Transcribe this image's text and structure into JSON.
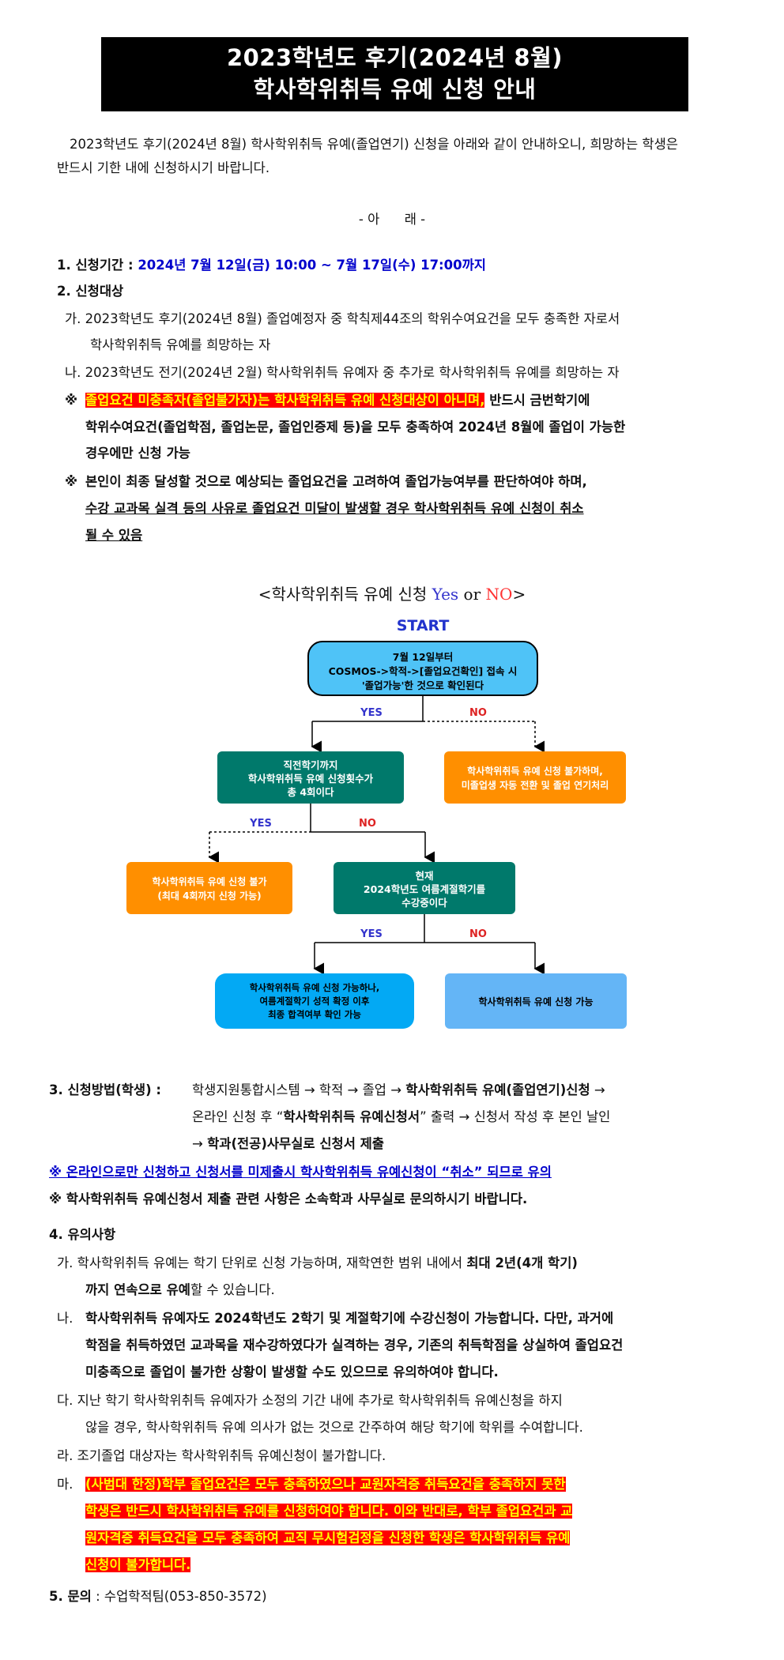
{
  "title": {
    "line1": "2023학년도 후기(2024년 8월)",
    "line2": "학사학위취득 유예 신청 안내"
  },
  "intro": {
    "line1": "2023학년도 후기(2024년 8월) 학사학위취득 유예(졸업연기) 신청을 아래와 같이 안내하오니, 희망하는 학생은",
    "line2": "반드시 기한 내에 신청하시기 바랍니다."
  },
  "below_heading": "- 아      래 -",
  "section1": {
    "label": "1. 신청기간 :",
    "value": "2024년 7월 12일(금) 10:00 ~ 7월 17일(수) 17:00까지"
  },
  "section2": {
    "label": "2. 신청대상",
    "ga_1": "가. 2023학년도 후기(2024년 8월) 졸업예정자 중 학칙제44조의 학위수여요건을 모두 충족한 자로서",
    "ga_2": "학사학위취득 유예를 희망하는 자",
    "na": "나. 2023학년도 전기(2024년 2월) 학사학위취득 유예자 중 추가로 학사학위취득 유예를 희망하는 자",
    "note1_mark": "※",
    "note1_hl": "졸업요건 미충족자(졸업불가자)는 학사학위취득 유예 신청대상이 아니며,",
    "note1_rest": " 반드시 금번학기에",
    "note1_l2": "학위수여요건(졸업학점, 졸업논문, 졸업인증제 등)을 모두 충족하여 2024년 8월에 졸업이 가능한",
    "note1_l3": "경우에만 신청 가능",
    "note2_mark": "※",
    "note2_l1": "본인이 최종 달성할 것으로 예상되는 졸업요건을 고려하여 졸업가능여부를 판단하여야 하며,",
    "note2_l2": "수강 교과목 실격 등의 사유로 졸업요건 미달이 발생할 경우 학사학위취득 유예 신청이 취소",
    "note2_l3": "될 수 있음"
  },
  "flow": {
    "title_pre": "<학사학위취득 유예 신청 ",
    "title_yes": "Yes",
    "title_or": " or ",
    "title_no": "NO",
    "title_post": ">",
    "start": "START",
    "box1_l1": "7월 12일부터",
    "box1_l2": "COSMOS->학적->[졸업요건확인] 접속 시",
    "box1_l3": "'졸업가능'한 것으로 확인된다",
    "yes": "YES",
    "no": "NO",
    "box2_l1": "직전학기까지",
    "box2_l2": "학사학위취득 유예 신청횟수가",
    "box2_l3": "총 4회이다",
    "box3_l1": "학사학위취득 유예 신청 불가하며,",
    "box3_l2": "미졸업생 자동 전환 및 졸업 연기처리",
    "box4_l1": "학사학위취득 유예 신청 불가",
    "box4_l2": "(최대 4회까지 신청 가능)",
    "box5_l1": "현재",
    "box5_l2": "2024학년도 여름계절학기를",
    "box5_l3": "수강중이다",
    "box6_l1": "학사학위취득 유예 신청 가능하나,",
    "box6_l2": "여름계절학기 성적 확정 이후",
    "box6_l3": "최종 합격여부 확인 가능",
    "box7": "학사학위취득 유예 신청 가능",
    "colors": {
      "blue_box": "#4fc3f7",
      "green_box": "#00796b",
      "orange_box": "#ff8f00",
      "cyan_box": "#03a9f4",
      "light_blue_box": "#64b5f6",
      "start_text": "#2233cc",
      "yes_text": "#3333cc",
      "no_text": "#dd2222"
    }
  },
  "section3": {
    "label": "3. 신청방법(학생) :",
    "l1_a": "학생지원통합시스템 → 학적 → 졸업 → ",
    "l1_b": "학사학위취득 유예(졸업연기)신청",
    "l1_c": " →",
    "l2_a": "온라인 신청 후 “",
    "l2_b": "학사학위취득 유예신청서",
    "l2_c": "” 출력 → 신청서 작성 후 본인 날인",
    "l3_a": "→ ",
    "l3_b": "학과(전공)사무실로 신청서 제출",
    "note1": "※ 온라인으로만 신청하고 신청서를 미제출시 학사학위취득 유예신청이 “취소” 되므로 유의",
    "note2": "※ 학사학위취득 유예신청서 제출 관련 사항은 소속학과 사무실로 문의하시기 바랍니다."
  },
  "section4": {
    "label": "4. 유의사항",
    "ga_a": "가. 학사학위취득 유예는 학기 단위로 신청 가능하며, 재학연한 범위 내에서 ",
    "ga_b": "최대 2년(4개 학기)",
    "ga_l2_b": "까지 연속으로 유예",
    "ga_l2_c": "할 수 있습니다.",
    "na_mark": "나.",
    "na_l1": "학사학위취득 유예자도 2024학년도 2학기 및 계절학기에 수강신청이 가능합니다. 다만, 과거에",
    "na_l2": "학점을 취득하였던 교과목을 재수강하였다가 실격하는 경우, 기존의 취득학점을 상실하여 졸업요건",
    "na_l3": "미충족으로 졸업이 불가한 상황이 발생할 수도 있으므로 유의하여야 합니다.",
    "da_l1": "다. 지난 학기 학사학위취득 유예자가 소정의 기간 내에 추가로 학사학위취득 유예신청을 하지",
    "da_l2": "않을 경우, 학사학위취득 유예 의사가 없는 것으로 간주하여 해당 학기에 학위를 수여합니다.",
    "ra": "라. 조기졸업 대상자는 학사학위취득 유예신청이 불가합니다.",
    "ma_mark": "마.",
    "ma_l1": "(사범대 한정)학부 졸업요건은 모두 충족하였으나 교원자격증 취득요건을 충족하지 못한",
    "ma_l2": "학생은 반드시 학사학위취득 유예를 신청하여야 합니다. 이와 반대로, 학부 졸업요건과 교",
    "ma_l3": "원자격증 취득요건을 모두 충족하여 교직 무시험검정을 신청한 학생은 학사학위취득 유예",
    "ma_l4": "신청이 불가합니다."
  },
  "section5": {
    "label": "5. 문의",
    "value": " : 수업학적팀(053-850-3572)"
  }
}
